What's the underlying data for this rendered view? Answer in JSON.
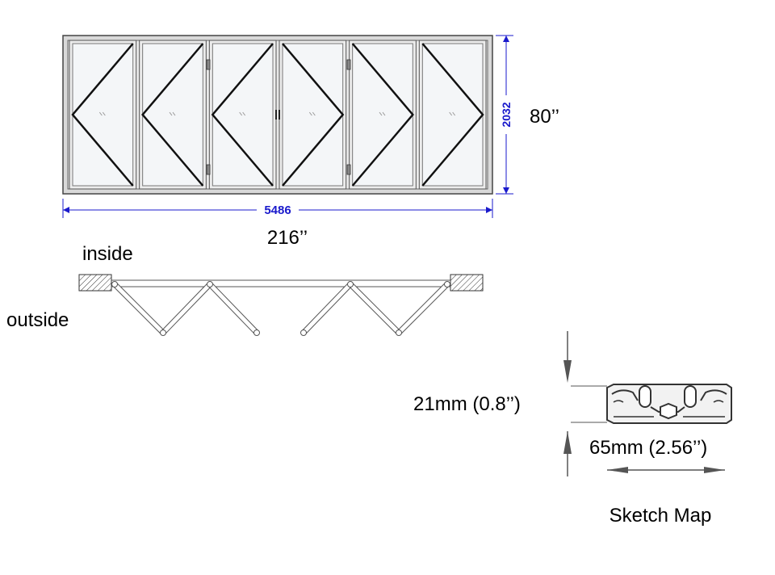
{
  "elevation": {
    "width_mm": "5486",
    "height_mm": "2032",
    "width_in": "216’’",
    "height_in": "80’’",
    "dimension_color": "#1a1acc"
  },
  "plan": {
    "inside_label": "inside",
    "outside_label": "outside"
  },
  "profile": {
    "height_label": "21mm (0.8’’)",
    "width_label": "65mm (2.56’’)"
  },
  "caption": "Sketch Map",
  "colors": {
    "frame": "#444444",
    "glass": "#f4f6f8",
    "line": "#000000"
  }
}
